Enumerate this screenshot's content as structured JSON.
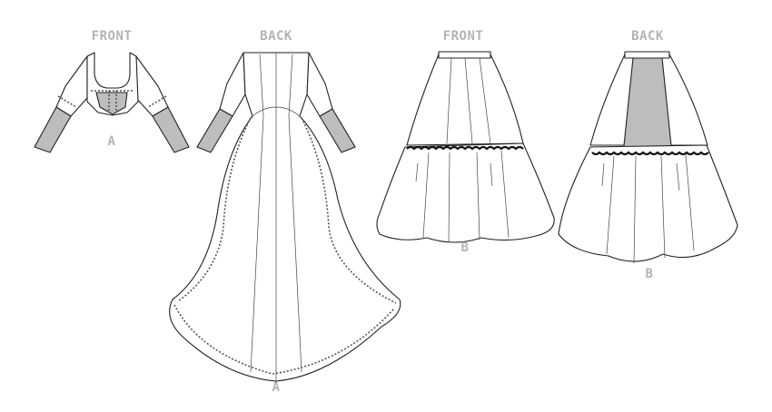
{
  "views": [
    {
      "heading": "FRONT",
      "view_label": "A",
      "garment": "bodice"
    },
    {
      "heading": "BACK",
      "view_label": "A",
      "garment": "gown"
    },
    {
      "heading": "FRONT",
      "view_label": "B",
      "garment": "tiered-skirt"
    },
    {
      "heading": "BACK",
      "view_label": "B",
      "garment": "tiered-skirt"
    }
  ],
  "colors": {
    "outline": "#222222",
    "label": "#b4b4b4",
    "fill_gray": "#bdbdbd"
  }
}
